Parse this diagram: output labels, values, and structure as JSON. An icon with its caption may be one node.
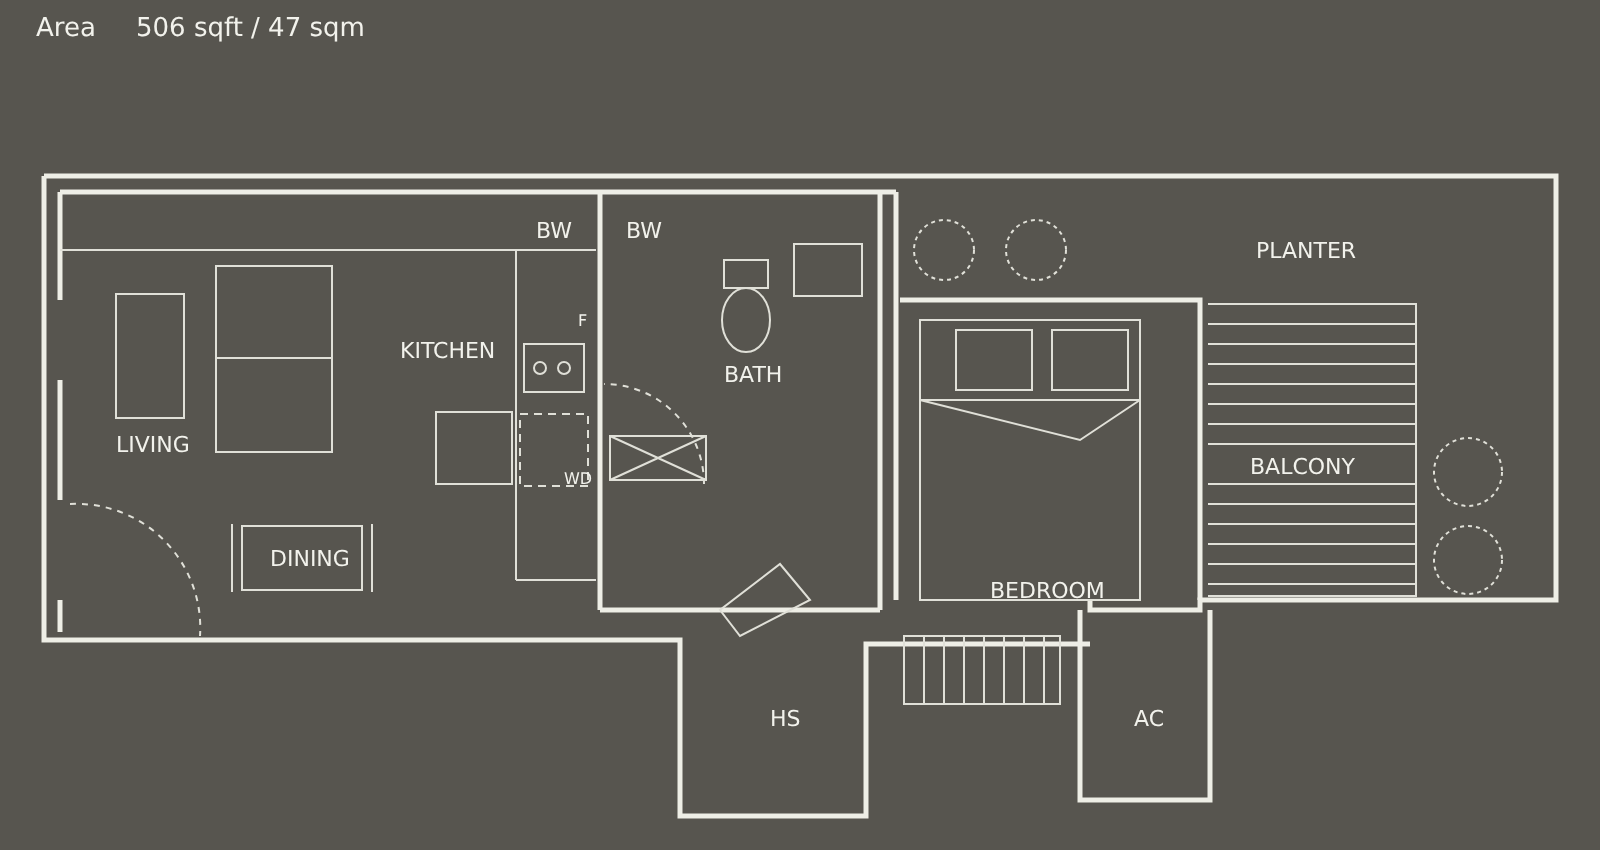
{
  "diagram": {
    "labels": [
      "Area",
      "506 sqft / 47 sqm",
      "BW",
      "BW",
      "PLANTER",
      "KITCHEN",
      "F",
      "BATH",
      "LIVING",
      "BALCONY",
      "DINING",
      "WD",
      "BEDROOM",
      "HS",
      "AC"
    ]
  }
}
